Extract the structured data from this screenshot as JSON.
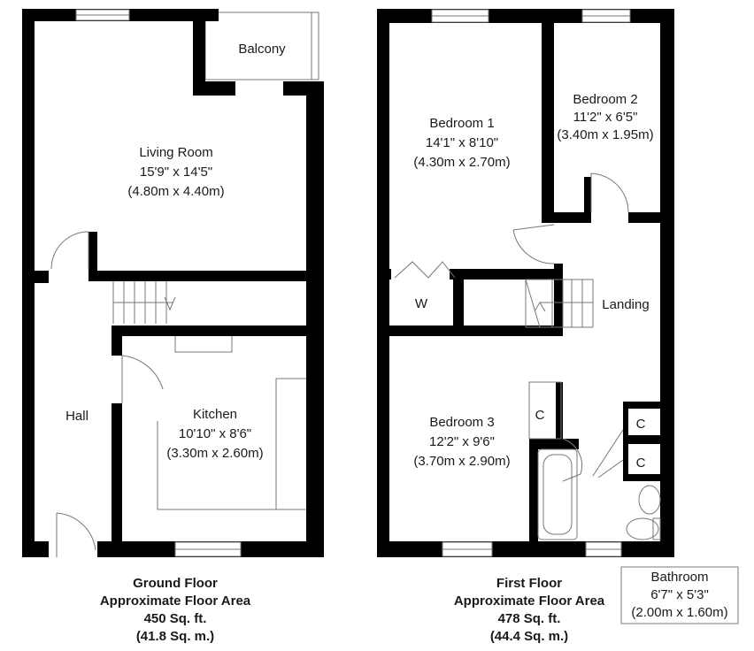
{
  "ground_floor": {
    "rooms": {
      "balcony": {
        "name": "Balcony"
      },
      "living_room": {
        "name": "Living Room",
        "imperial": "15'9\" x 14'5\"",
        "metric": "(4.80m x 4.40m)"
      },
      "hall": {
        "name": "Hall"
      },
      "kitchen": {
        "name": "Kitchen",
        "imperial": "10'10\" x 8'6\"",
        "metric": "(3.30m x 2.60m)"
      }
    },
    "caption": {
      "title": "Ground Floor",
      "subtitle": "Approximate Floor Area",
      "sqft": "450 Sq. ft.",
      "sqm": "(41.8 Sq. m.)"
    }
  },
  "first_floor": {
    "rooms": {
      "bedroom1": {
        "name": "Bedroom 1",
        "imperial": "14'1\" x 8'10\"",
        "metric": "(4.30m x 2.70m)"
      },
      "bedroom2": {
        "name": "Bedroom 2",
        "imperial": "11'2\" x 6'5\"",
        "metric": "(3.40m x 1.95m)"
      },
      "wardrobe": {
        "name": "W"
      },
      "landing": {
        "name": "Landing"
      },
      "bedroom3": {
        "name": "Bedroom 3",
        "imperial": "12'2\" x 9'6\"",
        "metric": "(3.70m x 2.90m)"
      },
      "cupboard_a": {
        "name": "C"
      },
      "cupboard_b": {
        "name": "C"
      },
      "cupboard_c": {
        "name": "C"
      },
      "bathroom": {
        "name": "Bathroom",
        "imperial": "6'7\" x 5'3\"",
        "metric": "(2.00m x 1.60m)"
      }
    },
    "caption": {
      "title": "First Floor",
      "subtitle": "Approximate Floor Area",
      "sqft": "478 Sq. ft.",
      "sqm": "(44.4 Sq. m.)"
    }
  }
}
